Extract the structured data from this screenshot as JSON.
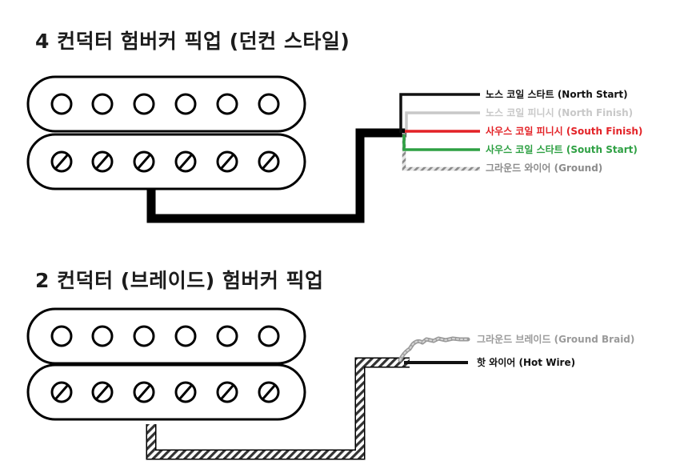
{
  "titles": {
    "four_conductor": "4 컨덕터 험버커 픽업 (던컨 스타일)",
    "two_conductor": "2 컨덕터 (브레이드) 험버커 픽업"
  },
  "four_conductor_wires": [
    {
      "label": "노스 코일 스타트 (North Start)",
      "color": "#111111"
    },
    {
      "label": "노스 코일 피니시 (North Finish)",
      "color": "#c8c8c8"
    },
    {
      "label": "사우스 코일 피니시 (South Finish)",
      "color": "#e32227"
    },
    {
      "label": "사우스 코일 스타트 (South Start)",
      "color": "#2ea043"
    },
    {
      "label": "그라운드 와이어 (Ground)",
      "color": "#8c8c8c"
    }
  ],
  "two_conductor_wires": [
    {
      "label": "그라운드 브레이드 (Ground Braid)",
      "color": "#9a9a9a"
    },
    {
      "label": "핫 와이어 (Hot Wire)",
      "color": "#111111"
    }
  ],
  "icons": {
    "screw_pole": "slotted-screw-icon",
    "slug_pole": "round-slug-icon"
  }
}
